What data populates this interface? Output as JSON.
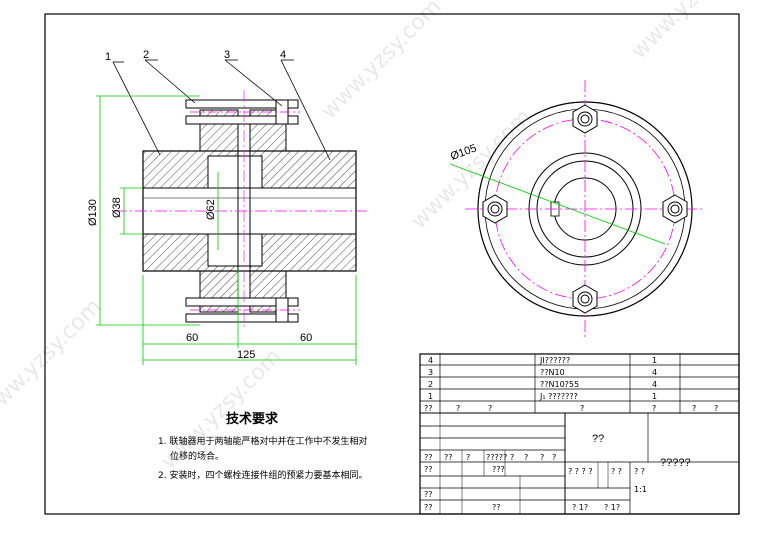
{
  "drawing": {
    "part_numbers": [
      "1",
      "2",
      "3",
      "4"
    ],
    "dimensions": {
      "outer_diameter": "Ø130",
      "bore_diameter": "Ø38",
      "spigot_diameter": "Ø62",
      "bolt_circle": "Ø105",
      "left_length": "60",
      "right_length": "60",
      "total_length": "125"
    }
  },
  "tech_requirements": {
    "title": "技术要求",
    "items": [
      "1. 联轴器用于两轴能严格对中并在工作中不发生相对",
      "位移的场合。",
      "2. 安装时，四个螺栓连接件组的预紧力要基本相同。"
    ]
  },
  "bom": {
    "rows": [
      {
        "no": "4",
        "name": "JI??????",
        "qty": "1"
      },
      {
        "no": "3",
        "name": "??N10",
        "qty": "4"
      },
      {
        "no": "2",
        "name": "??N10?55",
        "qty": "4"
      },
      {
        "no": "1",
        "name": "J₁ ???????",
        "qty": "1"
      }
    ],
    "header": [
      "??",
      "?",
      "?",
      "?",
      "?",
      "?",
      "?"
    ]
  },
  "title_block": {
    "drawing_title": "??",
    "drawing_number": "?????",
    "scale": "1:1",
    "row_a": [
      "??",
      "??",
      "?",
      "?????",
      "?",
      "?",
      "?",
      "?"
    ],
    "row_b": [
      "??",
      "???"
    ],
    "row_c": [
      "? ? ? ?",
      "? ?",
      "? ?"
    ],
    "row_d": [
      "??"
    ],
    "row_e": [
      "??",
      "??",
      "? 1?",
      "? 1?"
    ]
  },
  "watermark": "www.yzsy.com"
}
